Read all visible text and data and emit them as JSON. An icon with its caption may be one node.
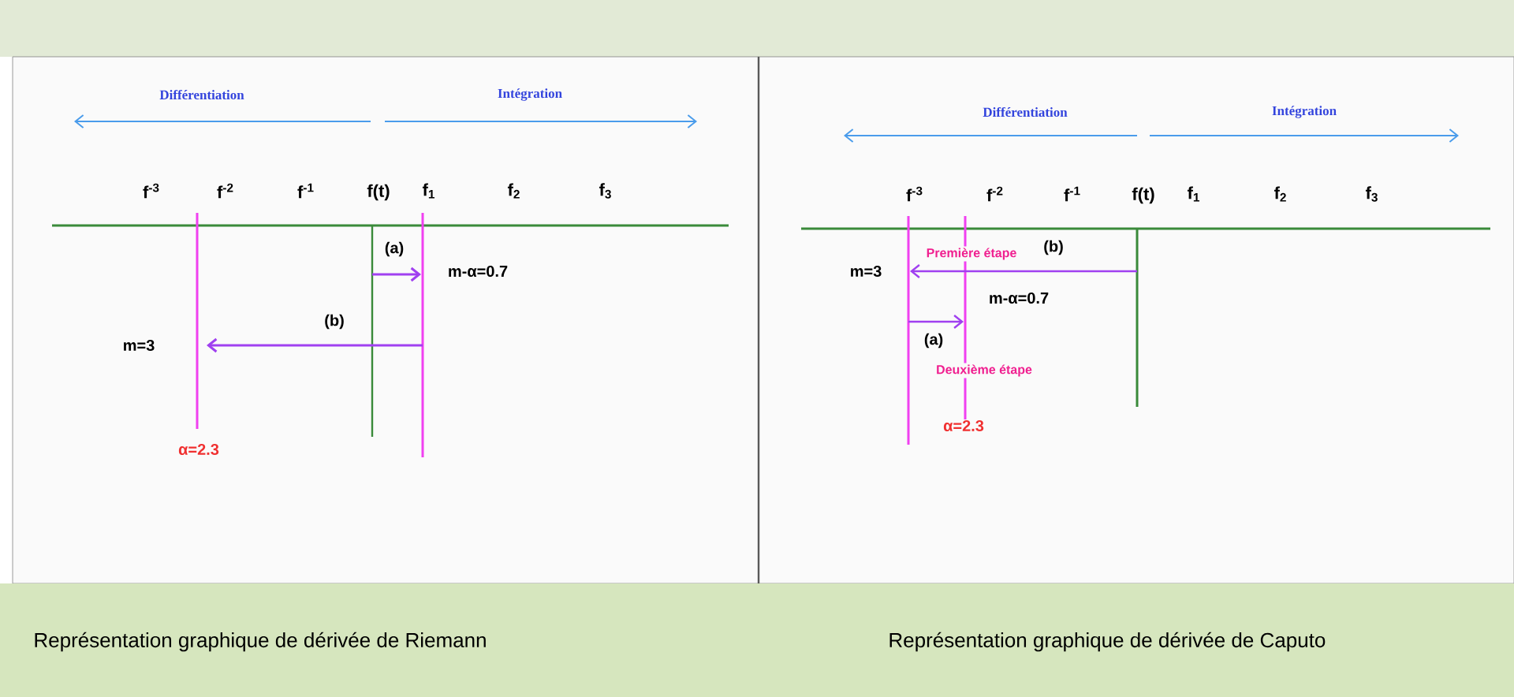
{
  "diagram": {
    "labels": [
      "Différentiation",
      "Intégration",
      "f$^{-3}$",
      "f$^{-2}$",
      "f$^{-1}$",
      "f(t)",
      "f$_{1}$",
      "f$_{2}$",
      "f$_{3}$",
      "(a)",
      "m-α=0.7",
      "(b)",
      "m=3",
      "α=2.3",
      "Différentiation",
      "Intégration",
      "f$^{-3}$",
      "f$^{-2}$",
      "f$^{-1}$",
      "f(t)",
      "f$_{1}$",
      "f$_{2}$",
      "f$_{3}$",
      "Première étape",
      "(b)",
      "m=3",
      "m-α=0.7",
      "(a)",
      "Deuxième étape",
      "α=2.3",
      "Représentation graphique de dérivée de Riemann",
      "Représentation graphique de dérivée de Caputo"
    ]
  }
}
